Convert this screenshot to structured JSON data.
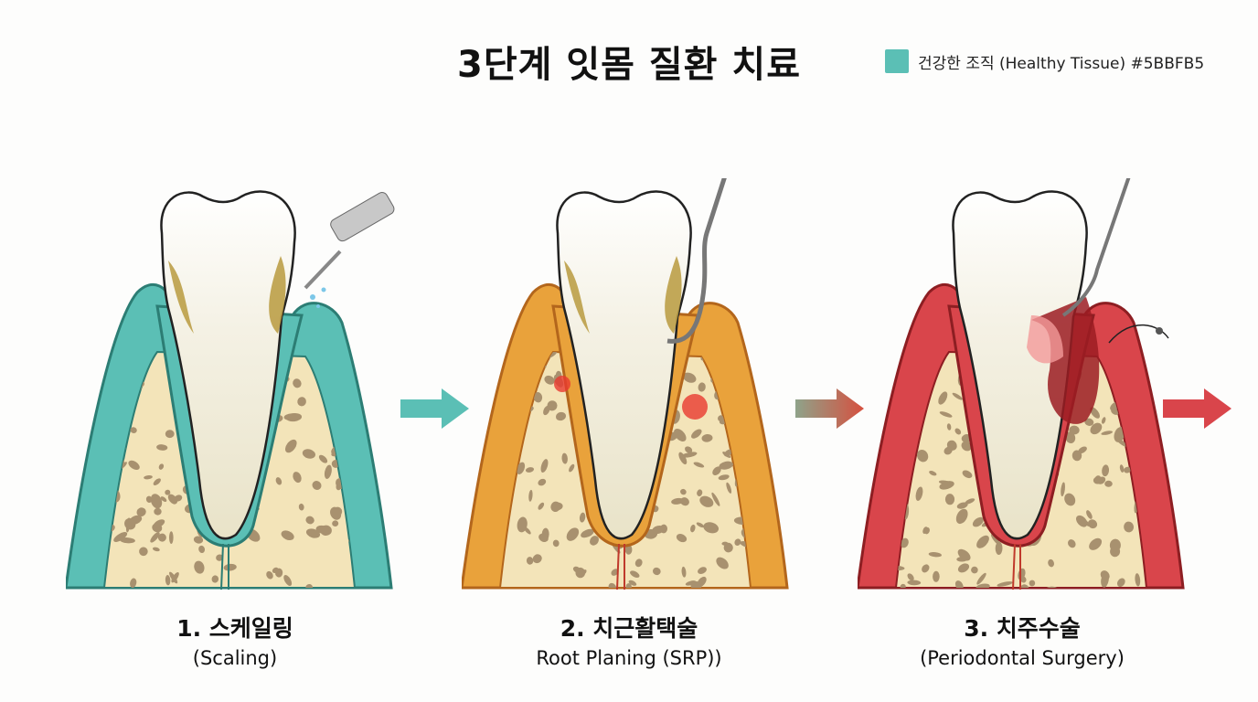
{
  "title": "3단계 잇몸 질환 치료",
  "legend": {
    "label": "건강한 조직 (Healthy Tissue) #5BBFB5",
    "color": "#5BBFB5"
  },
  "steps": [
    {
      "title": "1. 스케일링",
      "subtitle": "(Scaling)",
      "gum": "#5BBFB5",
      "outline": "#2c7d74",
      "instrument": "ultrasonic-scaler"
    },
    {
      "title": "2. 치근활택술",
      "subtitle": "Root Planing (SRP))",
      "gum": "#E9A23B",
      "outline": "#b3661c",
      "instrument": "curette"
    },
    {
      "title": "3. 치주수술",
      "subtitle": "(Periodontal Surgery)",
      "gum": "#D9454B",
      "outline": "#8d1e22",
      "instrument": "surgical-probe"
    }
  ],
  "arrows": [
    {
      "from": "#5BBFB5",
      "to": "#5BBFB5"
    },
    {
      "from": "#8fa38a",
      "to": "#d6503f"
    },
    {
      "from": "#d9454b",
      "to": "#d9454b"
    }
  ]
}
